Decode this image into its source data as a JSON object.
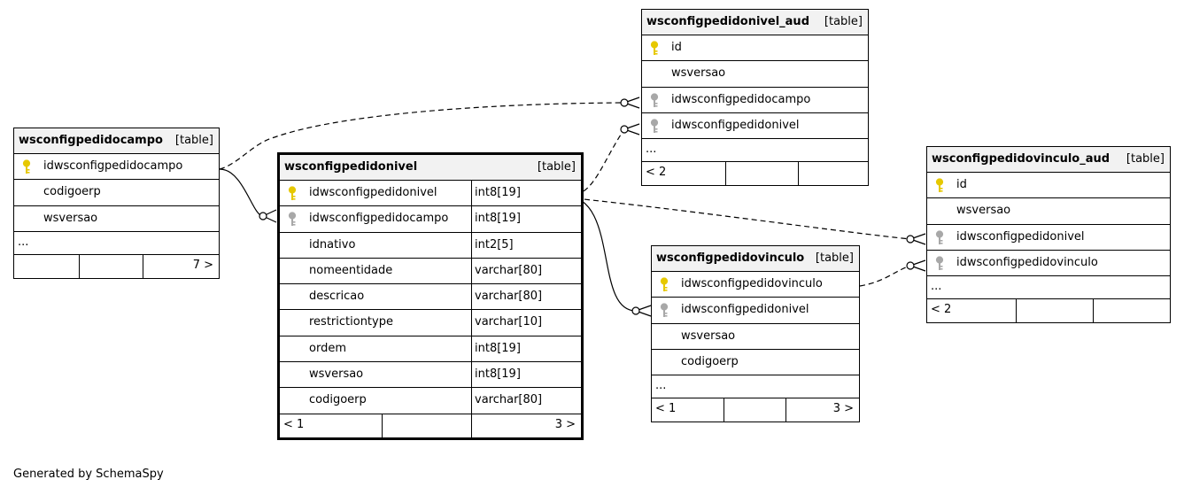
{
  "tables": {
    "wsconfigpedidocampo": {
      "name": "wsconfigpedidocampo",
      "type": "[table]",
      "columns": [
        {
          "name": "idwsconfigpedidocampo",
          "key": "pk"
        },
        {
          "name": "codigoerp",
          "key": "none"
        },
        {
          "name": "wsversao",
          "key": "none"
        }
      ],
      "more": "...",
      "footer": [
        "",
        "",
        "7 >"
      ]
    },
    "wsconfigpedidonivel": {
      "name": "wsconfigpedidonivel",
      "type": "[table]",
      "columns": [
        {
          "name": "idwsconfigpedidonivel",
          "type": "int8[19]",
          "key": "pk"
        },
        {
          "name": "idwsconfigpedidocampo",
          "type": "int8[19]",
          "key": "fk"
        },
        {
          "name": "idnativo",
          "type": "int2[5]",
          "key": "none"
        },
        {
          "name": "nomeentidade",
          "type": "varchar[80]",
          "key": "none"
        },
        {
          "name": "descricao",
          "type": "varchar[80]",
          "key": "none"
        },
        {
          "name": "restrictiontype",
          "type": "varchar[10]",
          "key": "none"
        },
        {
          "name": "ordem",
          "type": "int8[19]",
          "key": "none"
        },
        {
          "name": "wsversao",
          "type": "int8[19]",
          "key": "none"
        },
        {
          "name": "codigoerp",
          "type": "varchar[80]",
          "key": "none"
        }
      ],
      "footer": [
        "< 1",
        "",
        "3 >"
      ]
    },
    "wsconfigpedidonivel_aud": {
      "name": "wsconfigpedidonivel_aud",
      "type": "[table]",
      "columns": [
        {
          "name": "id",
          "key": "pk"
        },
        {
          "name": "wsversao",
          "key": "none"
        },
        {
          "name": "idwsconfigpedidocampo",
          "key": "fk"
        },
        {
          "name": "idwsconfigpedidonivel",
          "key": "fk"
        }
      ],
      "more": "...",
      "footer": [
        "< 2",
        "",
        ""
      ]
    },
    "wsconfigpedidovinculo": {
      "name": "wsconfigpedidovinculo",
      "type": "[table]",
      "columns": [
        {
          "name": "idwsconfigpedidovinculo",
          "key": "pk"
        },
        {
          "name": "idwsconfigpedidonivel",
          "key": "fk"
        },
        {
          "name": "wsversao",
          "key": "none"
        },
        {
          "name": "codigoerp",
          "key": "none"
        }
      ],
      "more": "...",
      "footer": [
        "< 1",
        "",
        "3 >"
      ]
    },
    "wsconfigpedidovinculo_aud": {
      "name": "wsconfigpedidovinculo_aud",
      "type": "[table]",
      "columns": [
        {
          "name": "id",
          "key": "pk"
        },
        {
          "name": "wsversao",
          "key": "none"
        },
        {
          "name": "idwsconfigpedidonivel",
          "key": "fk"
        },
        {
          "name": "idwsconfigpedidovinculo",
          "key": "fk"
        }
      ],
      "more": "...",
      "footer": [
        "< 2",
        "",
        ""
      ]
    }
  },
  "colors": {
    "primary_key": "#e6c800",
    "foreign_key": "#a8a8a8",
    "header_bg": "#f2f2f2"
  },
  "credit": "Generated by SchemaSpy"
}
